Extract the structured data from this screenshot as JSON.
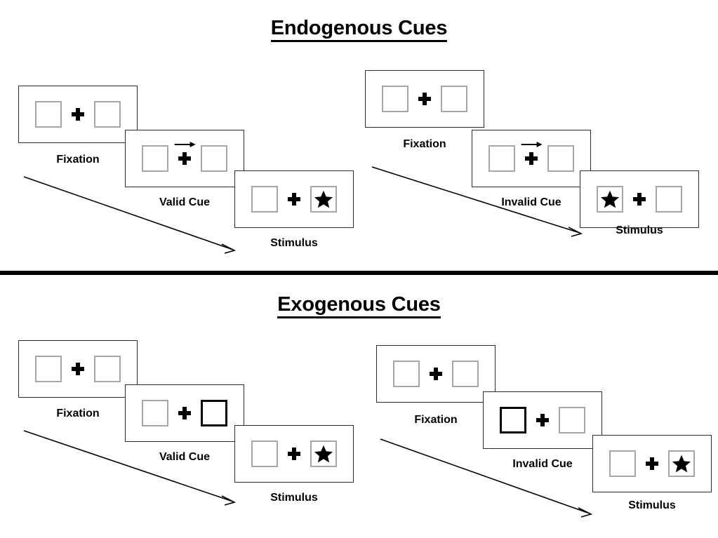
{
  "page": {
    "background": "#ffffff",
    "ink": "#000000",
    "box_border_color": "#a6a6a6",
    "cue_border_color": "#000000",
    "frame_border_color": "#2b2b2b"
  },
  "sections": [
    {
      "id": "endogenous",
      "title": "Endogenous Cues",
      "cue_type": "arrow",
      "sequences": [
        {
          "id": "endogenous-valid",
          "validity": "valid",
          "steps": [
            {
              "label": "Fixation",
              "cue": "none",
              "cued_side": "none",
              "target_side": "none"
            },
            {
              "label": "Valid Cue",
              "cue": "arrow-right",
              "cued_side": "right",
              "target_side": "none"
            },
            {
              "label": "Stimulus",
              "cue": "none",
              "cued_side": "none",
              "target_side": "right"
            }
          ]
        },
        {
          "id": "endogenous-invalid",
          "validity": "invalid",
          "steps": [
            {
              "label": "Fixation",
              "cue": "none",
              "cued_side": "none",
              "target_side": "none"
            },
            {
              "label": "Invalid Cue",
              "cue": "arrow-right",
              "cued_side": "right",
              "target_side": "none"
            },
            {
              "label": "Stimulus",
              "cue": "none",
              "cued_side": "none",
              "target_side": "left"
            }
          ]
        }
      ]
    },
    {
      "id": "exogenous",
      "title": "Exogenous Cues",
      "cue_type": "box-flash",
      "sequences": [
        {
          "id": "exogenous-valid",
          "validity": "valid",
          "steps": [
            {
              "label": "Fixation",
              "cue": "none",
              "cued_side": "none",
              "target_side": "none"
            },
            {
              "label": "Valid Cue",
              "cue": "box-right",
              "cued_side": "right",
              "target_side": "none"
            },
            {
              "label": "Stimulus",
              "cue": "none",
              "cued_side": "none",
              "target_side": "right"
            }
          ]
        },
        {
          "id": "exogenous-invalid",
          "validity": "invalid",
          "steps": [
            {
              "label": "Fixation",
              "cue": "none",
              "cued_side": "none",
              "target_side": "none"
            },
            {
              "label": "Invalid Cue",
              "cue": "box-left",
              "cued_side": "left",
              "target_side": "none"
            },
            {
              "label": "Stimulus",
              "cue": "none",
              "cued_side": "none",
              "target_side": "right"
            }
          ]
        }
      ]
    }
  ],
  "labels": {
    "fixation": "Fixation",
    "valid_cue": "Valid Cue",
    "invalid_cue": "Invalid Cue",
    "stimulus": "Stimulus"
  },
  "icons": {
    "fixation_cross": "plus-icon",
    "target": "star-icon",
    "cue_arrow": "arrow-right-icon",
    "time_flow": "diagonal-arrow-icon"
  }
}
